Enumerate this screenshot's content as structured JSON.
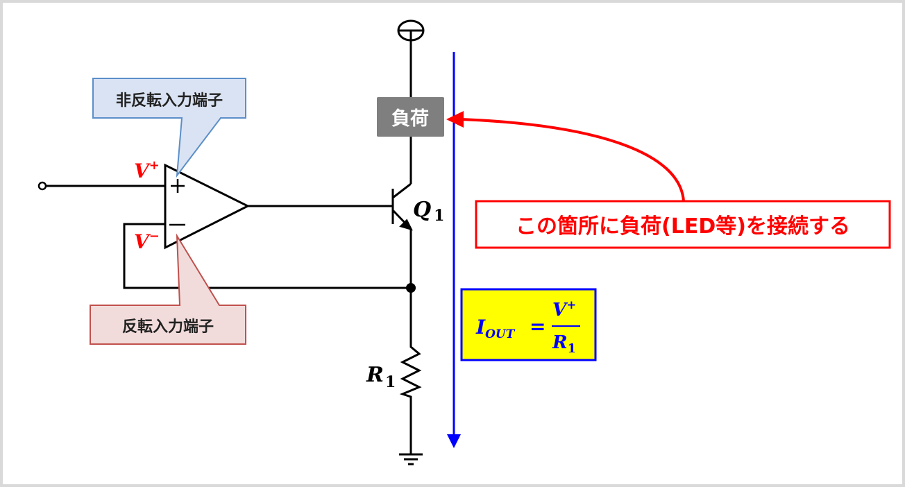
{
  "labels": {
    "non_inverting_input": "非反転入力端子",
    "inverting_input": "反転入力端子",
    "load": "負荷",
    "instruction": "この箇所に負荷(LED等)を接続する",
    "v_plus": "V",
    "v_plus_sup": "+",
    "v_minus": "V",
    "v_minus_sup": "−",
    "opamp_plus": "+",
    "opamp_minus": "−",
    "transistor": "Q",
    "transistor_sub": "1",
    "resistor": "R",
    "resistor_sub": "1"
  },
  "formula": {
    "lhs": "I",
    "lhs_sub": "OUT",
    "equals": "=",
    "numerator": "V",
    "numerator_sup": "+",
    "denominator": "R",
    "denominator_sub": "1"
  },
  "colors": {
    "wire": "#000000",
    "label_red": "#ff0000",
    "current_arrow": "#0000ff",
    "load_box": "#7f7f7f",
    "formula_bg": "#ffff00",
    "callout_blue_fill": "#dae3f3",
    "callout_blue_stroke": "#5b8fc9",
    "callout_red_fill": "#f2dcdb",
    "callout_red_stroke": "#c0504d"
  }
}
